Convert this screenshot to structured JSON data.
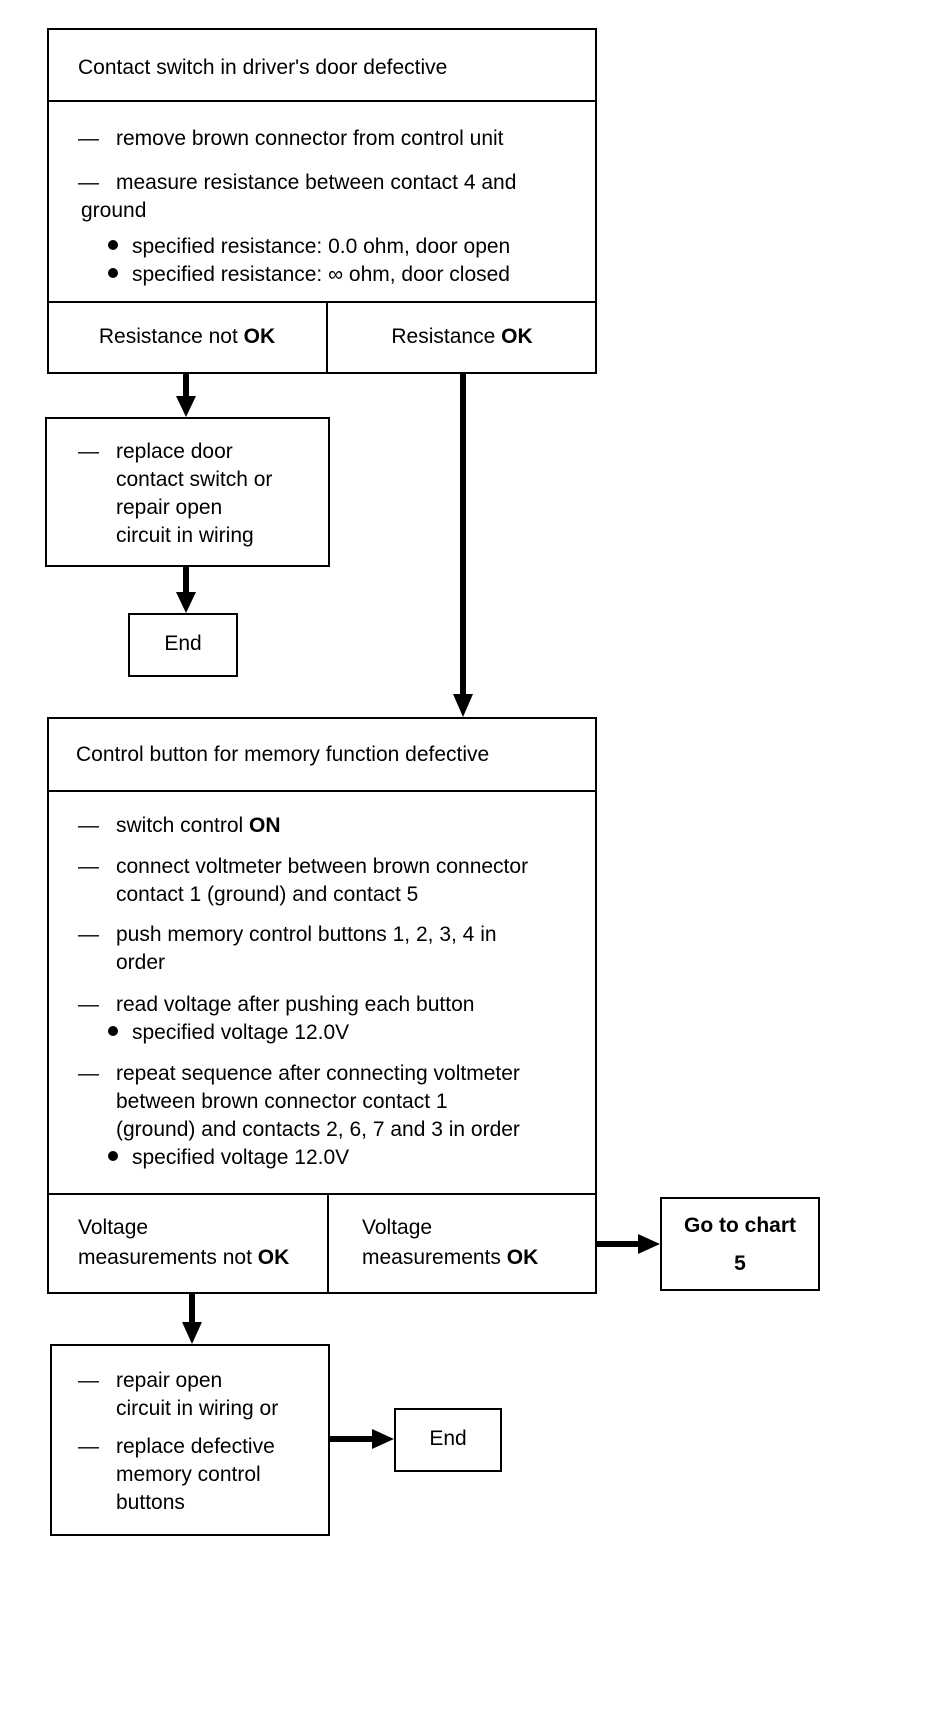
{
  "box1": {
    "title": "Contact switch in driver's door defective",
    "steps": [
      "remove brown connector from control unit",
      "measure resistance between contact 4 and",
      "ground"
    ],
    "bullets": [
      "specified resistance: 0.0 ohm, door open",
      "specified resistance: ∞ ohm, door closed"
    ],
    "branch_left": {
      "text": "Resistance not ",
      "bold": "OK"
    },
    "branch_right": {
      "text": "Resistance ",
      "bold": "OK"
    }
  },
  "box2": {
    "lines": [
      "replace door",
      "contact switch or",
      "repair open",
      "circuit in wiring"
    ]
  },
  "end1": "End",
  "box3": {
    "title": "Control button for memory function defective",
    "step1": {
      "text": "switch control ",
      "bold": "ON"
    },
    "step2": [
      "connect voltmeter between brown connector",
      "contact 1 (ground) and contact 5"
    ],
    "step3": [
      "push memory control buttons 1, 2, 3, 4 in",
      "order"
    ],
    "step4": "read voltage after pushing each button",
    "bullet1": "specified voltage 12.0V",
    "step5": [
      "repeat sequence after connecting voltmeter",
      "between brown connector contact 1",
      "(ground) and contacts 2, 6, 7 and 3 in order"
    ],
    "bullet2": "specified voltage 12.0V",
    "branch_left": {
      "line1": "Voltage",
      "line2": "measurements not ",
      "bold": "OK"
    },
    "branch_right": {
      "line1": "Voltage",
      "line2": "measurements ",
      "bold": "OK"
    }
  },
  "goto": {
    "line1": "Go to chart",
    "line2": "5"
  },
  "box4": {
    "step1": [
      "repair open",
      "circuit in wiring or"
    ],
    "step2": [
      "replace defective",
      "memory control",
      "buttons"
    ]
  },
  "end2": "End"
}
